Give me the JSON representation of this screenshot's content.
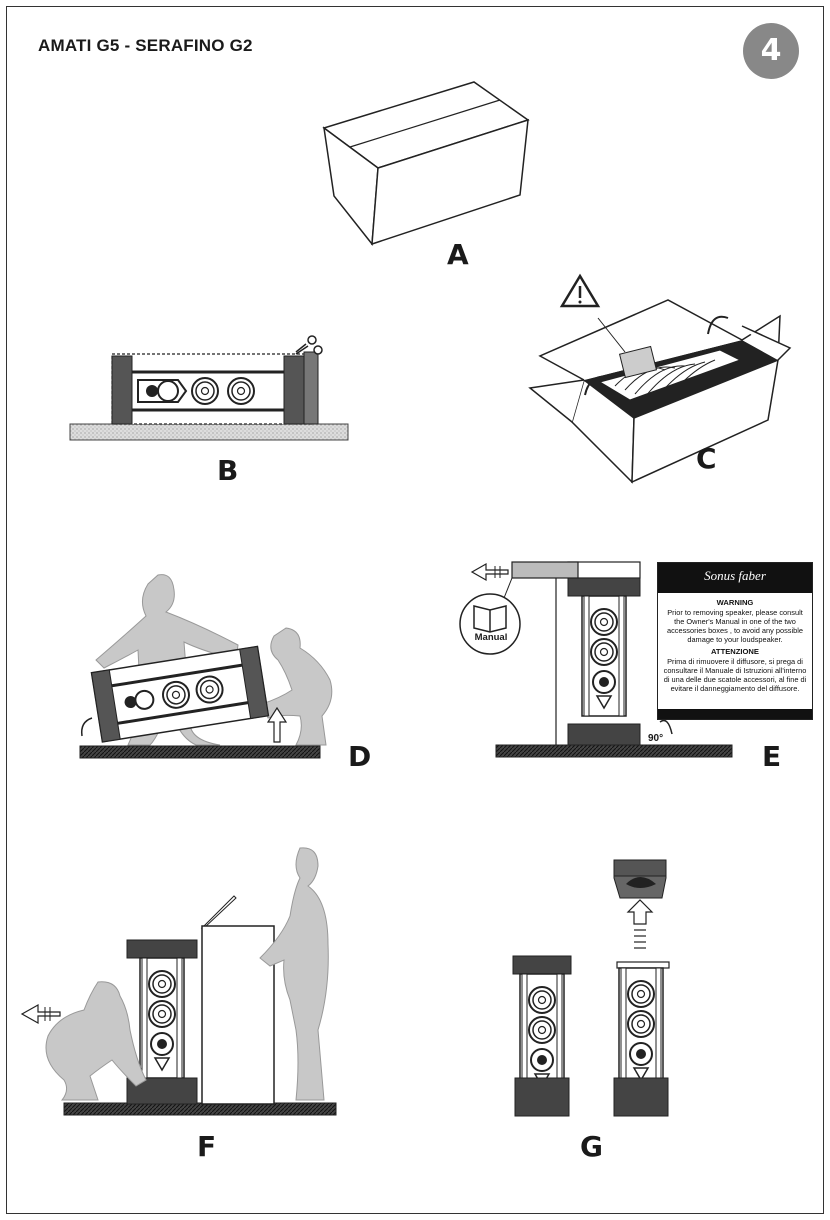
{
  "header": {
    "title": "AMATI G5 - SERAFINO G2",
    "page_number": "4"
  },
  "steps": {
    "a": "A",
    "b": "B",
    "c": "C",
    "d": "D",
    "e": "E",
    "f": "F",
    "g": "G"
  },
  "notice": {
    "brand": "Sonus faber",
    "warning_title": "WARNING",
    "warning_text": "Prior to removing speaker, please consult the Owner's Manual in one of the two accessories boxes , to avoid any possible damage to your loudspeaker.",
    "attention_title": "ATTENZIONE",
    "attention_text": "Prima di rimuovere il diffusore, si prega di consultare il Manuale di Istruzioni all'interno di una delle due scatole accessori, al fine di evitare il danneggiamento del diffusore."
  },
  "manual_label": "Manual",
  "angle_label": "90°",
  "colors": {
    "frame": "#333333",
    "badge": "#888888",
    "dark": "#444444",
    "figure": "#c8c8c8"
  }
}
